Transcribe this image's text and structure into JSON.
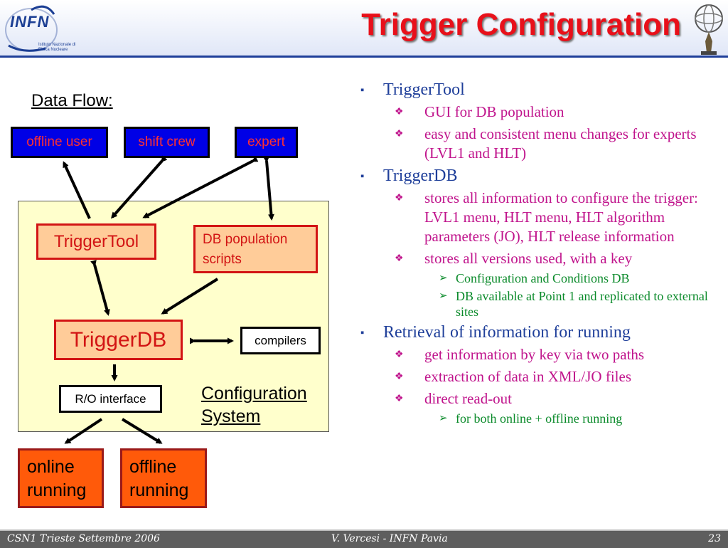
{
  "header": {
    "title": "Trigger Configuration",
    "logo_text": "INFN",
    "logo_subtext": "Istituto Nazionale di Fisica Nucleare",
    "title_color": "#e8101a",
    "brand_color": "#1f3f9a"
  },
  "diagram": {
    "dataflow_label": "Data Flow:",
    "users": [
      "offline user",
      "shift crew",
      "expert"
    ],
    "trigger_tool": "TriggerTool",
    "db_population": "DB population scripts",
    "trigger_db": "TriggerDB",
    "compilers": "compilers",
    "ro_interface": "R/O interface",
    "system_label": "Configuration System",
    "outputs": [
      "online running",
      "offline running"
    ]
  },
  "bullets": [
    {
      "level": 1,
      "text": "TriggerTool"
    },
    {
      "level": 2,
      "text": "GUI for DB population"
    },
    {
      "level": 2,
      "text": "easy and consistent menu changes for experts (LVL1 and HLT)"
    },
    {
      "level": 1,
      "text": "TriggerDB"
    },
    {
      "level": 2,
      "text": "stores all information to configure the trigger: LVL1 menu, HLT menu, HLT algorithm parameters (JO), HLT release information"
    },
    {
      "level": 2,
      "text": "stores all versions used, with a key"
    },
    {
      "level": 3,
      "text": "Configuration and Conditions DB"
    },
    {
      "level": 3,
      "text": "DB available at Point 1 and replicated to external sites"
    },
    {
      "level": 1,
      "text": "Retrieval of information for running"
    },
    {
      "level": 2,
      "text": "get information by key via two paths"
    },
    {
      "level": 2,
      "text": "extraction of data in XML/JO files"
    },
    {
      "level": 2,
      "text": "direct read-out"
    },
    {
      "level": 3,
      "text": "for both online + offline running"
    }
  ],
  "footer": {
    "left": "CSN1 Trieste Settembre 2006",
    "center": "V. Vercesi - INFN Pavia",
    "page": "23"
  }
}
